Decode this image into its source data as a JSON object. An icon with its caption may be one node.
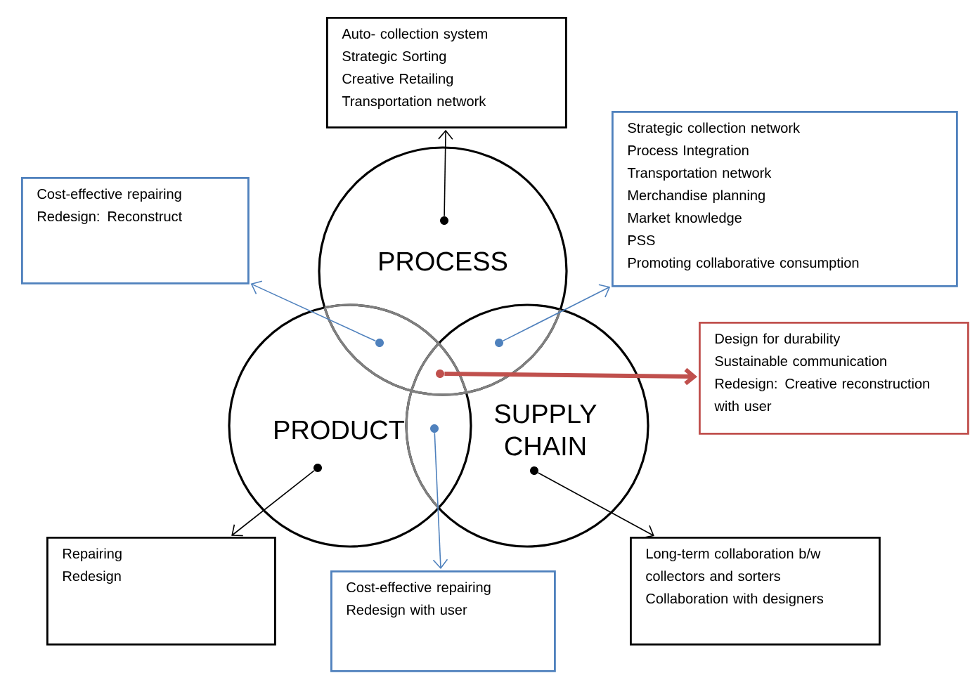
{
  "diagram": {
    "nodes": [
      {
        "text": [
          "Auto- collection system",
          "Strategic Sorting",
          "Creative Retailing",
          "Transportation network"
        ]
      },
      {
        "text": [
          "Strategic collection network",
          "Process Integration",
          "Transportation network",
          "Merchandise planning",
          "Market knowledge",
          "PSS",
          "Promoting collaborative consumption"
        ]
      },
      {
        "text": [
          "Cost-effective repairing",
          "Redesign: Reconstruct"
        ]
      },
      {
        "text": [
          "PROCESS"
        ]
      },
      {
        "text": [],
        "shape": "circle",
        "in": 3
      },
      {
        "text": [],
        "shape": "circle"
      },
      {
        "text": [],
        "shape": "circle"
      },
      {
        "text": [
          "Design for durability",
          "Sustainable communication",
          "Redesign: Creative reconstruction with user"
        ]
      },
      {
        "text": [],
        "shape": "circle"
      },
      {
        "text": [
          "PRODUCT"
        ]
      },
      {
        "text": [
          "SUPPLY CHAIN"
        ]
      },
      {
        "text": [],
        "shape": "circle"
      },
      {
        "text": [],
        "shape": "circle",
        "in": 9
      },
      {
        "text": [],
        "shape": "circle",
        "in": 10
      },
      {
        "text": [
          "Repairing",
          "Redesign"
        ]
      },
      {
        "text": [
          "Cost-effective repairing",
          "Redesign with user"
        ]
      },
      {
        "text": [
          "Long-term collaboration b/w collectors and sorters",
          "Collaboration with designers"
        ]
      }
    ],
    "edges": [
      {
        "from": 4,
        "to": 0,
        "arrow": "to"
      },
      {
        "from": 5,
        "to": 2,
        "arrow": "to",
        "color": "#4f81bd"
      },
      {
        "from": 6,
        "to": 1,
        "arrow": "to",
        "color": "#4f81bd"
      },
      {
        "from": 8,
        "to": 7,
        "arrow": "to",
        "style": "thick",
        "color": "#c0504d"
      },
      {
        "from": 11,
        "to": 15,
        "arrow": "to",
        "color": "#4f81bd"
      },
      {
        "from": 12,
        "to": 14,
        "arrow": "to"
      },
      {
        "from": 13,
        "to": 16,
        "arrow": "to"
      }
    ]
  }
}
